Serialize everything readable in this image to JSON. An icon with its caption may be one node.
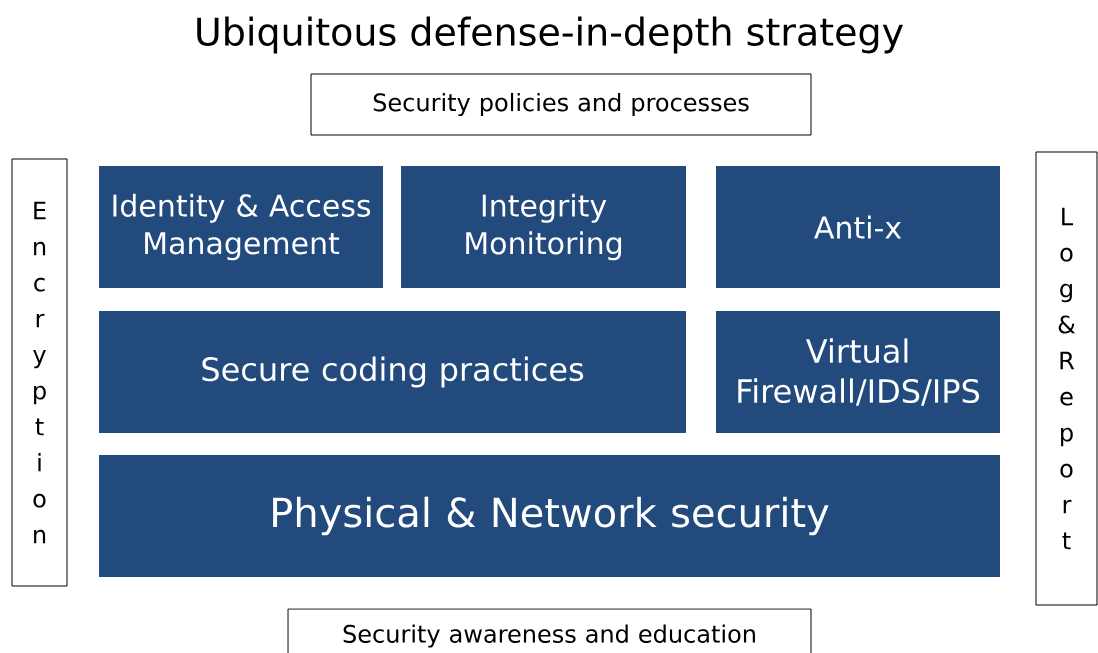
{
  "diagram": {
    "title": "Ubiquitous defense-in-depth strategy",
    "nodes": [
      {
        "text": [
          "Security policies and processes"
        ]
      },
      {
        "text": [
          "Encryption"
        ]
      },
      {
        "text": [
          "Identity & Access Management"
        ]
      },
      {
        "text": [
          "Integrity Monitoring"
        ]
      },
      {
        "text": [
          "Anti-x"
        ]
      },
      {
        "text": [
          "Log & Report"
        ]
      },
      {
        "text": [
          "Secure coding practices"
        ]
      },
      {
        "text": [
          "Virtual Firewall/IDS/IPS"
        ]
      },
      {
        "text": [
          "Physical & Network security"
        ]
      },
      {
        "text": [
          "Security awareness and education"
        ]
      }
    ]
  }
}
